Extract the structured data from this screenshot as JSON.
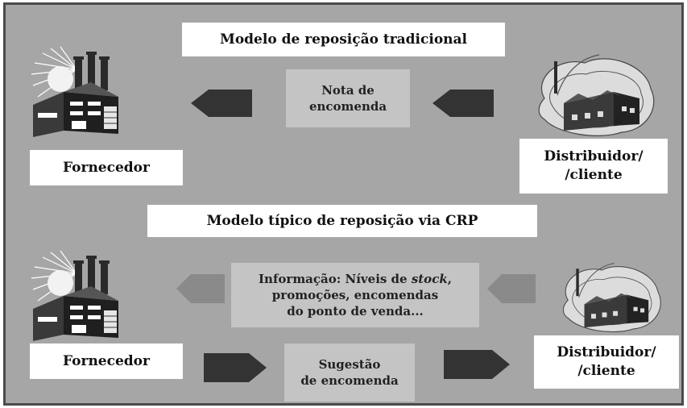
{
  "traditional": {
    "title": "Modelo de reposição tradicional",
    "message_line1": "Nota de",
    "message_line2": "encomenda",
    "supplier_label": "Fornecedor",
    "customer_line1": "Distribuidor/",
    "customer_line2": "/cliente"
  },
  "crp": {
    "title": "Modelo típico de reposição via CRP",
    "info_line1_prefix": "Informação: Níveis de ",
    "info_line1_italic": "stock",
    "info_line1_suffix": ",",
    "info_line2": "promoções, encomendas",
    "info_line3": "do ponto de venda...",
    "suggestion_line1": "Sugestão",
    "suggestion_line2": "de encomenda",
    "supplier_label": "Fornecedor",
    "customer_line1": "Distribuidor/",
    "customer_line2": "/cliente"
  },
  "colors": {
    "frame": "#a6a6a6",
    "border": "#4a4a4a",
    "dark_arrow": "#333333",
    "light_arrow": "#8a8a8a",
    "message_box": "#c4c4c4"
  }
}
